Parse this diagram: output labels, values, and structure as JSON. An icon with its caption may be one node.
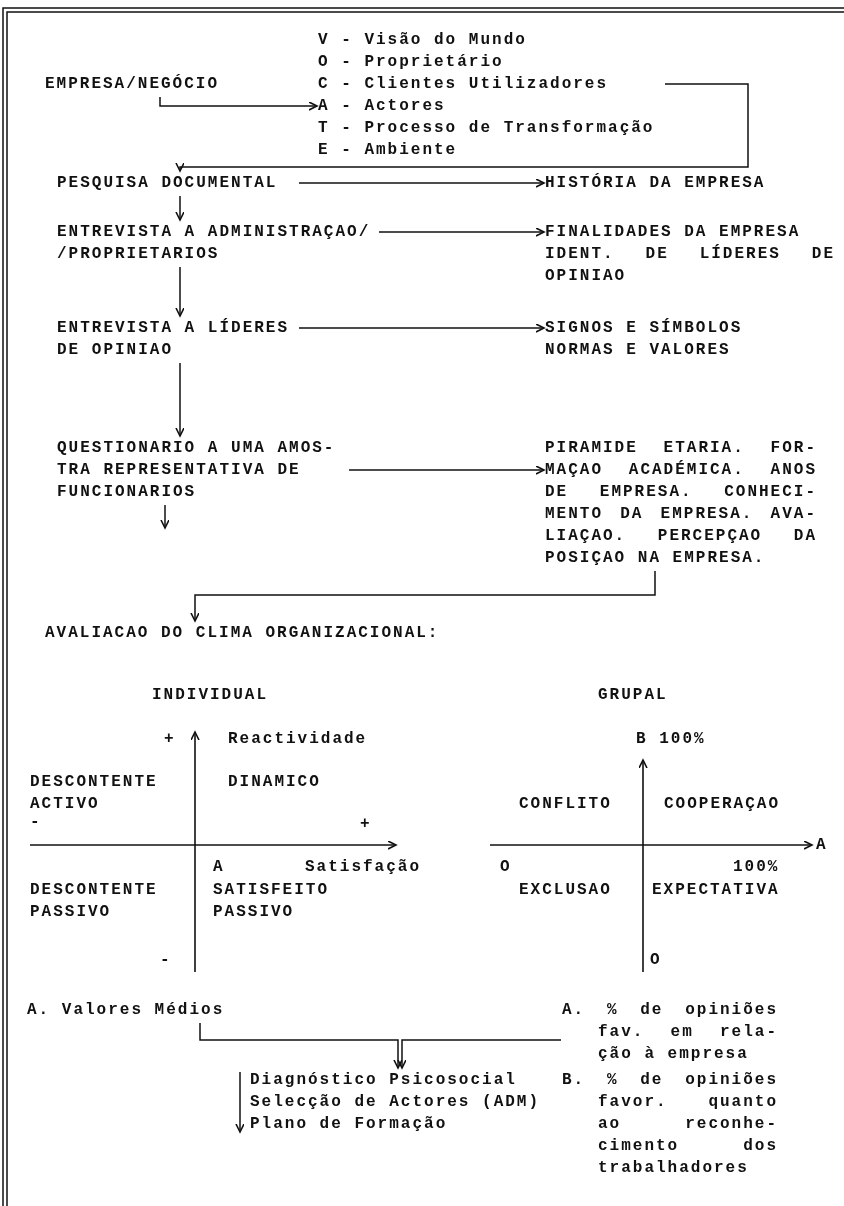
{
  "diagram": {
    "nodes": [
      {
        "text": [
          "EMPRESA/NEGÓCIO"
        ]
      },
      {
        "text": [
          "V - Visão do Mundo",
          "O - Proprietário",
          "C - Clientes Utilizadores",
          "A - Actores",
          "T - Processo de Transformação",
          "E - Ambiente"
        ]
      },
      {
        "text": [
          "PESQUISA DOCUMENTAL"
        ]
      },
      {
        "text": [
          "HISTÓRIA DA EMPRESA"
        ]
      },
      {
        "text": [
          "ENTREVISTA A ADMINISTRAÇAO/ /PROPRIETARIOS"
        ]
      },
      {
        "text": [
          "FINALIDADES DA EMPRESA",
          "IDENT. DE LÍDERES DE OPINIAO"
        ]
      },
      {
        "text": [
          "ENTREVISTA A LÍDERES DE OPINIAO"
        ]
      },
      {
        "text": [
          "SIGNOS E SÍMBOLOS",
          "NORMAS E VALORES"
        ]
      },
      {
        "text": [
          "QUESTIONARIO A UMA AMOS- TRA REPRESENTATIVA DE FUNCIONARIOS"
        ]
      },
      {
        "text": [
          "PIRAMIDE ETARIA. FOR- MAÇAO ACADÉMICA. ANOS DE EMPRESA. CONHECI- MENTO DA EMPRESA. AVA- LIAÇAO. PERCEPÇAO DA POSIÇAO NA EMPRESA."
        ]
      },
      {
        "text": [
          "AVALIACAO DO CLIMA ORGANIZACIONAL:"
        ]
      },
      {
        "text": [
          "A. Valores Médios"
        ]
      },
      {
        "text": [
          "A. % de opiniões fav. em rela- ção à empresa",
          "B. % de opiniões favor. quanto ao reconhe- cimento dos trabalhadores"
        ]
      },
      {
        "text": [
          "Diagnóstico Psicosocial",
          "Selecção de Actores (ADM)",
          "Plano de Formação"
        ]
      }
    ],
    "edges": [
      {
        "from": 0,
        "to": 1,
        "arrow": "to"
      },
      {
        "from": 1,
        "to": 2,
        "arrow": "to"
      },
      {
        "from": 2,
        "to": 3,
        "arrow": "to"
      },
      {
        "from": 2,
        "to": 4,
        "arrow": "to"
      },
      {
        "from": 4,
        "to": 5,
        "arrow": "to"
      },
      {
        "from": 4,
        "to": 6,
        "arrow": "to"
      },
      {
        "from": 6,
        "to": 7,
        "arrow": "to"
      },
      {
        "from": 6,
        "to": 8,
        "arrow": "to"
      },
      {
        "from": 8,
        "to": 9,
        "arrow": "to"
      },
      {
        "from": 8,
        "to": null,
        "arrow": "to"
      },
      {
        "from": 9,
        "to": 10,
        "arrow": "to"
      },
      {
        "from": 11,
        "to": 13,
        "arrow": "to"
      },
      {
        "from": 12,
        "to": 13,
        "arrow": "to"
      }
    ],
    "labels": [
      "INDIVIDUAL",
      "GRUPAL",
      "+",
      "Reactividade",
      "B 100%",
      "DESCONTENTE ACTIVO",
      "DINAMICO",
      "CONFLITO",
      "COOPERAÇAO",
      "-",
      "+",
      "A",
      "A",
      "Satisfação",
      "O",
      "100%",
      "DESCONTENTE PASSIVO",
      "SATISFEITO PASSIVO",
      "EXCLUSAO",
      "EXPECTATIVA",
      "-",
      "O"
    ]
  }
}
